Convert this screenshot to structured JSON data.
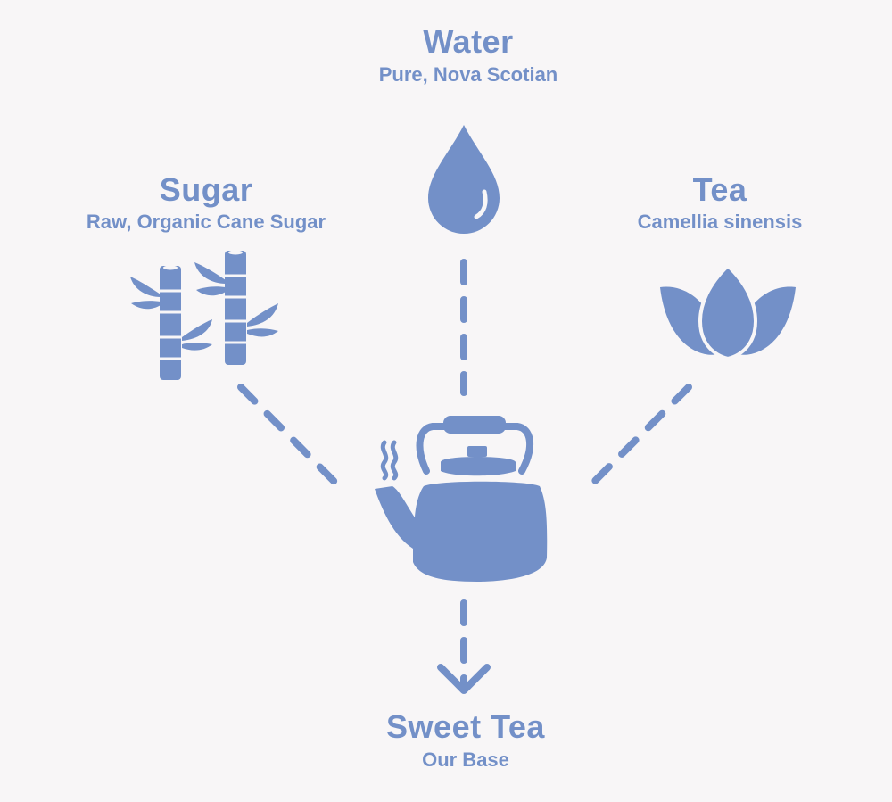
{
  "colors": {
    "accent": "#7390c8",
    "background": "#f8f6f7"
  },
  "nodes": {
    "water": {
      "title": "Water",
      "subtitle": "Pure, Nova Scotian",
      "icon": "water-drop-icon"
    },
    "sugar": {
      "title": "Sugar",
      "subtitle": "Raw, Organic Cane Sugar",
      "icon": "sugar-cane-icon"
    },
    "tea": {
      "title": "Tea",
      "subtitle": "Camellia sinensis",
      "icon": "tea-leaf-lotus-icon"
    },
    "kettle": {
      "icon": "kettle-icon"
    },
    "result": {
      "title": "Sweet Tea",
      "subtitle": "Our Base"
    }
  }
}
